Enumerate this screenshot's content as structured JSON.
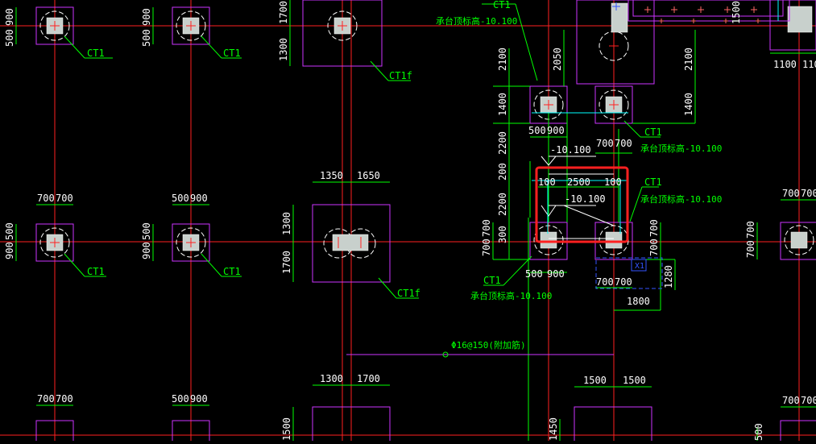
{
  "colors": {
    "background": "#000000",
    "axis": "#ff2020",
    "dimension": "#00ff00",
    "pile_cap": "#cc33ff",
    "pile": "#ffffff",
    "column": "#c8d0cc",
    "elevation_line": "#ffffff",
    "selection": "#ff2020",
    "dashed_blue": "#3355ff",
    "hatch_cyan": "#00ffff"
  },
  "icons": {
    "cursor": "crosshair-cursor-icon"
  },
  "labels": {
    "ct1": "CT1",
    "ct1f": "CT1f",
    "cap_elev": "承台顶标高-10.100",
    "elev": "-10.100",
    "rebar": "Φ16@150(附加筋)",
    "x1": "X1"
  },
  "dims": {
    "d500": "500",
    "d900": "900",
    "d700": "700",
    "d1100": "1100",
    "d1300": "1300",
    "d1350": "1350",
    "d1400": "1400",
    "d1450": "1450",
    "d1500": "1500",
    "d1650": "1650",
    "d1700": "1700",
    "d1800": "1800",
    "d2050": "2050",
    "d2100": "2100",
    "d2200": "2200",
    "d2500": "2500",
    "d100": "100",
    "d200": "200",
    "d300": "300",
    "d110": "110",
    "d1280": "1280"
  }
}
